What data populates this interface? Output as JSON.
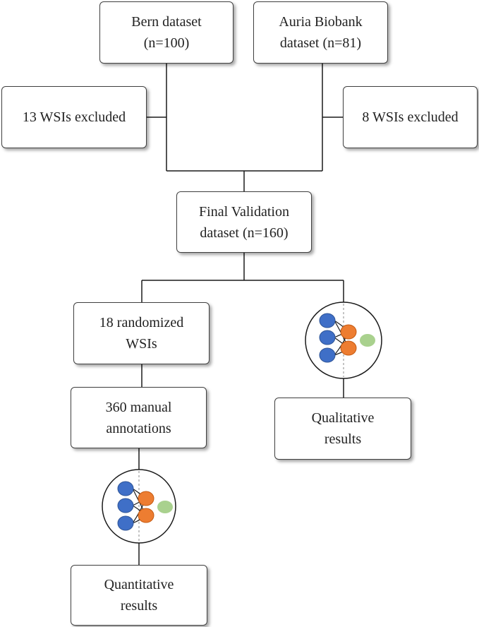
{
  "boxes": {
    "bern": {
      "line1": "Bern dataset",
      "line2": "(n=100)"
    },
    "auria": {
      "line1": "Auria Biobank",
      "line2": "dataset (n=81)"
    },
    "excluded_left": {
      "line1": "13 WSIs excluded"
    },
    "excluded_right": {
      "line1": "8 WSIs excluded"
    },
    "final": {
      "line1": "Final Validation",
      "line2": "dataset (n=160)"
    },
    "randomized": {
      "line1": "18 randomized",
      "line2": "WSIs"
    },
    "manual": {
      "line1": "360 manual",
      "line2": "annotations"
    },
    "qualitative": {
      "line1": "Qualitative",
      "line2": "results"
    },
    "quantitative": {
      "line1": "Quantitative",
      "line2": "results"
    }
  },
  "icons": {
    "neural_network": "neural-network-icon"
  },
  "colors": {
    "input_node": "#3f6fc7",
    "hidden_node": "#ed7d31",
    "output_node": "#a9d18e",
    "line": "#1a1a1a",
    "box_border": "#404040"
  }
}
